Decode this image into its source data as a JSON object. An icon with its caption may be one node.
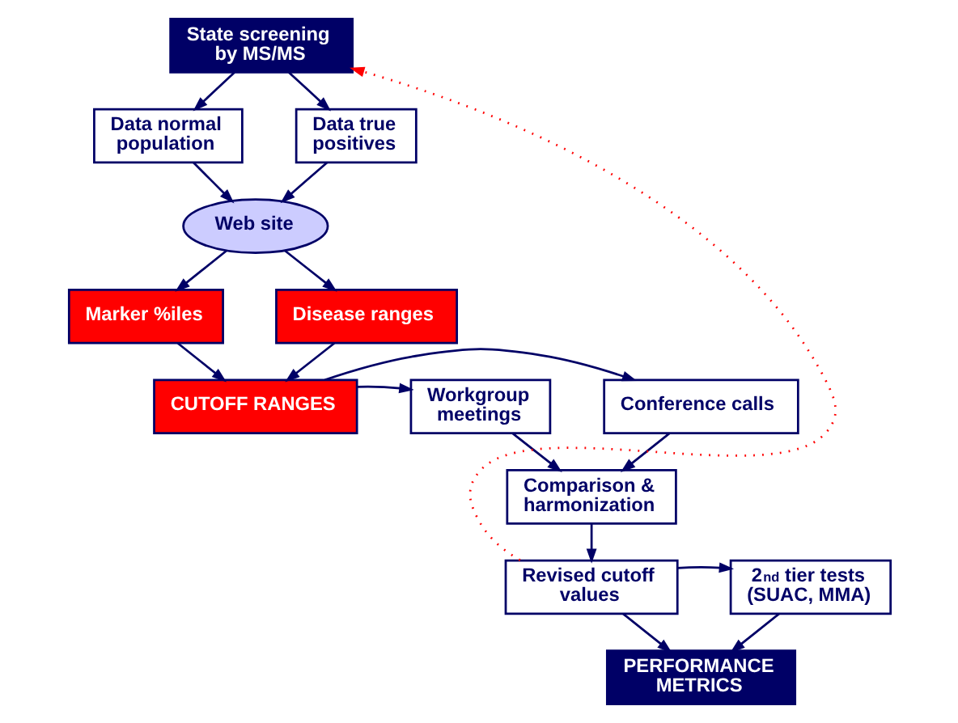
{
  "diagram": {
    "nodes": [
      {
        "text": [
          "State screening by MS/MS"
        ]
      },
      {
        "text": [
          "Data normal population"
        ]
      },
      {
        "text": [
          "Data true positives"
        ]
      },
      {
        "text": [
          "Web site"
        ]
      },
      {
        "text": [
          "Marker %iles"
        ]
      },
      {
        "text": [
          "Disease ranges"
        ]
      },
      {
        "text": [
          "CUTOFF RANGES"
        ]
      },
      {
        "text": [
          "Conference calls"
        ]
      },
      {
        "text": [
          "Workgroup meetings"
        ]
      },
      {
        "text": [
          "Comparison & harmonization"
        ]
      },
      {
        "text": [
          "Revised cutoff values"
        ]
      },
      {
        "text": [
          "2$^{nd}$ tier tests (SUAC, MMA)"
        ]
      },
      {
        "text": [
          "PERFORMANCE METRICS"
        ]
      }
    ],
    "edges": [
      {
        "from": 0,
        "to": 1,
        "arrow": "to"
      },
      {
        "from": 0,
        "to": 2,
        "arrow": "to"
      },
      {
        "from": 1,
        "to": 3,
        "arrow": "to"
      },
      {
        "from": 2,
        "to": 3,
        "arrow": "to"
      },
      {
        "from": 3,
        "to": 4,
        "arrow": "to"
      },
      {
        "from": 3,
        "to": 5,
        "arrow": "to"
      },
      {
        "from": 4,
        "to": 6,
        "arrow": "to"
      },
      {
        "from": 5,
        "to": 6,
        "arrow": "to"
      },
      {
        "from": 6,
        "to": 7,
        "arrow": "to"
      },
      {
        "from": 6,
        "to": 8,
        "arrow": "to"
      },
      {
        "from": 7,
        "to": 9,
        "arrow": "to"
      },
      {
        "from": 8,
        "to": 9,
        "arrow": "to"
      },
      {
        "from": 9,
        "to": 10,
        "arrow": "to"
      },
      {
        "from": 10,
        "to": 11,
        "arrow": "to"
      },
      {
        "from": 10,
        "to": 12,
        "arrow": "to"
      },
      {
        "from": 11,
        "to": 12,
        "arrow": "to"
      },
      {
        "from": 10,
        "to": 0,
        "arrow": "to",
        "style": "dashed",
        "color": "#ff0000"
      }
    ]
  }
}
